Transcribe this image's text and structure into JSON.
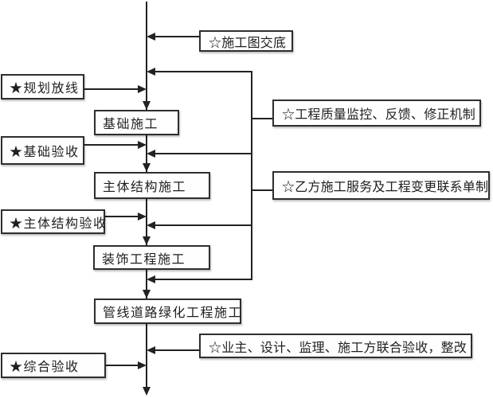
{
  "diagram": {
    "type": "flowchart",
    "colors": {
      "line": "#222222",
      "box_border": "#2e2e2e",
      "box_fill": "#fefefe",
      "text": "#1f1f1f",
      "background": "#ffffff"
    },
    "main_flow_steps": [
      {
        "label": "基础施工"
      },
      {
        "label": "主体结构施工"
      },
      {
        "label": "装饰工程施工"
      },
      {
        "label": "管线道路绿化工程施工"
      }
    ],
    "milestone_boxes": [
      {
        "label": "★规划放线"
      },
      {
        "label": "★基础验收"
      },
      {
        "label": "★主体结构验收"
      },
      {
        "label": "★综合验收"
      }
    ],
    "annotation_boxes": [
      {
        "label": "☆施工图交底"
      },
      {
        "label": "☆工程质量监控、反馈、修正机制"
      },
      {
        "label": "☆乙方施工服务及工程变更联系单制"
      },
      {
        "label": "☆业主、设计、监理、施工方联合验收，整改"
      }
    ]
  }
}
